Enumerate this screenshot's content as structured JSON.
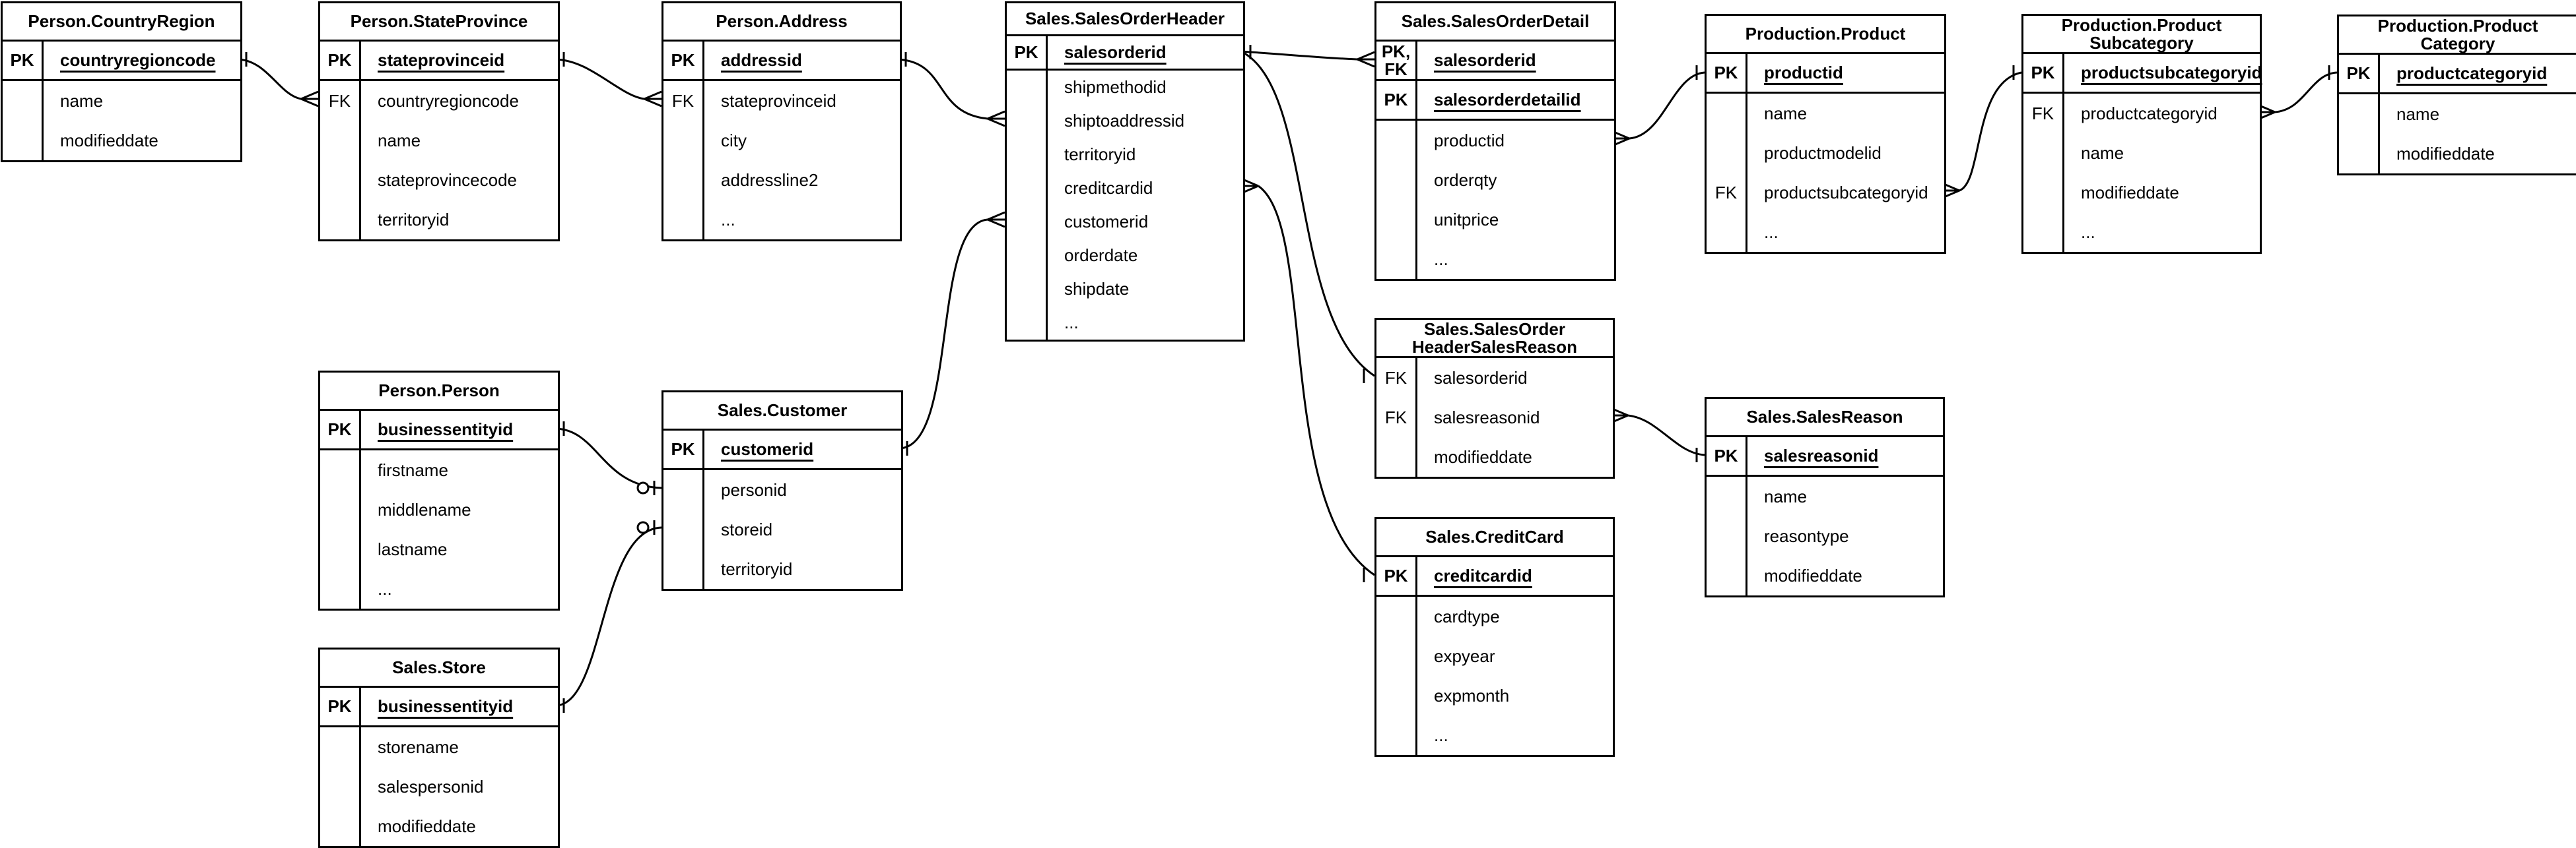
{
  "diagram": {
    "colors": {
      "stroke": "#000000",
      "background": "#ffffff",
      "text": "#000000"
    },
    "tables": [
      {
        "id": "person-countryregion",
        "title": "Person.CountryRegion",
        "key_rows": [
          {
            "key": "PK",
            "field": "countryregioncode"
          }
        ],
        "body_rows": [
          {
            "key": "",
            "field": "name"
          },
          {
            "key": "",
            "field": "modifieddate"
          }
        ]
      },
      {
        "id": "person-stateprovince",
        "title": "Person.StateProvince",
        "key_rows": [
          {
            "key": "PK",
            "field": "stateprovinceid"
          }
        ],
        "body_rows": [
          {
            "key": "FK",
            "field": "countryregioncode"
          },
          {
            "key": "",
            "field": "name"
          },
          {
            "key": "",
            "field": "stateprovincecode"
          },
          {
            "key": "",
            "field": "territoryid"
          }
        ]
      },
      {
        "id": "person-address",
        "title": "Person.Address",
        "key_rows": [
          {
            "key": "PK",
            "field": "addressid"
          }
        ],
        "body_rows": [
          {
            "key": "FK",
            "field": "stateprovinceid"
          },
          {
            "key": "",
            "field": "city"
          },
          {
            "key": "",
            "field": "addressline2"
          },
          {
            "key": "",
            "field": "..."
          }
        ]
      },
      {
        "id": "sales-salesorderheader",
        "title": "Sales.SalesOrderHeader",
        "key_rows": [
          {
            "key": "PK",
            "field": "salesorderid"
          }
        ],
        "body_rows": [
          {
            "key": "",
            "field": "shipmethodid"
          },
          {
            "key": "",
            "field": "shiptoaddressid"
          },
          {
            "key": "",
            "field": "territoryid"
          },
          {
            "key": "",
            "field": "creditcardid"
          },
          {
            "key": "",
            "field": "customerid"
          },
          {
            "key": "",
            "field": "orderdate"
          },
          {
            "key": "",
            "field": "shipdate"
          },
          {
            "key": "",
            "field": "..."
          }
        ]
      },
      {
        "id": "sales-salesorderdetail",
        "title": "Sales.SalesOrderDetail",
        "key_rows": [
          {
            "key": "PK,\nFK",
            "field": "salesorderid"
          },
          {
            "key": "PK",
            "field": "salesorderdetailid"
          }
        ],
        "body_rows": [
          {
            "key": "",
            "field": "productid"
          },
          {
            "key": "",
            "field": "orderqty"
          },
          {
            "key": "",
            "field": "unitprice"
          },
          {
            "key": "",
            "field": "..."
          }
        ]
      },
      {
        "id": "production-product",
        "title": "Production.Product",
        "key_rows": [
          {
            "key": "PK",
            "field": "productid"
          }
        ],
        "body_rows": [
          {
            "key": "",
            "field": "name"
          },
          {
            "key": "",
            "field": "productmodelid"
          },
          {
            "key": "FK",
            "field": "productsubcategoryid"
          },
          {
            "key": "",
            "field": "..."
          }
        ]
      },
      {
        "id": "production-productsubcategory",
        "title": "Production.Product\nSubcategory",
        "key_rows": [
          {
            "key": "PK",
            "field": "productsubcategoryid"
          }
        ],
        "body_rows": [
          {
            "key": "FK",
            "field": "productcategoryid"
          },
          {
            "key": "",
            "field": "name"
          },
          {
            "key": "",
            "field": "modifieddate"
          },
          {
            "key": "",
            "field": "..."
          }
        ]
      },
      {
        "id": "production-productcategory",
        "title": "Production.Product\nCategory",
        "key_rows": [
          {
            "key": "PK",
            "field": "productcategoryid"
          }
        ],
        "body_rows": [
          {
            "key": "",
            "field": "name"
          },
          {
            "key": "",
            "field": "modifieddate"
          }
        ]
      },
      {
        "id": "person-person",
        "title": "Person.Person",
        "key_rows": [
          {
            "key": "PK",
            "field": "businessentityid"
          }
        ],
        "body_rows": [
          {
            "key": "",
            "field": "firstname"
          },
          {
            "key": "",
            "field": "middlename"
          },
          {
            "key": "",
            "field": "lastname"
          },
          {
            "key": "",
            "field": "..."
          }
        ]
      },
      {
        "id": "sales-customer",
        "title": "Sales.Customer",
        "key_rows": [
          {
            "key": "PK",
            "field": "customerid"
          }
        ],
        "body_rows": [
          {
            "key": "",
            "field": "personid"
          },
          {
            "key": "",
            "field": "storeid"
          },
          {
            "key": "",
            "field": "territoryid"
          }
        ]
      },
      {
        "id": "sales-salesorderheadersalesreason",
        "title": "Sales.SalesOrder\nHeaderSalesReason",
        "key_rows": [],
        "body_rows": [
          {
            "key": "FK",
            "field": "salesorderid"
          },
          {
            "key": "FK",
            "field": "salesreasonid"
          },
          {
            "key": "",
            "field": "modifieddate"
          }
        ]
      },
      {
        "id": "sales-salesreason",
        "title": "Sales.SalesReason",
        "key_rows": [
          {
            "key": "PK",
            "field": "salesreasonid"
          }
        ],
        "body_rows": [
          {
            "key": "",
            "field": "name"
          },
          {
            "key": "",
            "field": "reasontype"
          },
          {
            "key": "",
            "field": "modifieddate"
          }
        ]
      },
      {
        "id": "sales-creditcard",
        "title": "Sales.CreditCard",
        "key_rows": [
          {
            "key": "PK",
            "field": "creditcardid"
          }
        ],
        "body_rows": [
          {
            "key": "",
            "field": "cardtype"
          },
          {
            "key": "",
            "field": "expyear"
          },
          {
            "key": "",
            "field": "expmonth"
          },
          {
            "key": "",
            "field": "..."
          }
        ]
      },
      {
        "id": "sales-store",
        "title": "Sales.Store",
        "key_rows": [
          {
            "key": "PK",
            "field": "businessentityid"
          }
        ],
        "body_rows": [
          {
            "key": "",
            "field": "storename"
          },
          {
            "key": "",
            "field": "salespersonid"
          },
          {
            "key": "",
            "field": "modifieddate"
          }
        ]
      }
    ],
    "relationships": [
      {
        "id": "countryregion-stateprovince",
        "from": "Person.CountryRegion.countryregioncode",
        "to": "Person.StateProvince.countryregioncode",
        "from_cardinality": "one",
        "to_cardinality": "many"
      },
      {
        "id": "stateprovince-address",
        "from": "Person.StateProvince.stateprovinceid",
        "to": "Person.Address.stateprovinceid",
        "from_cardinality": "one",
        "to_cardinality": "many"
      },
      {
        "id": "address-salesorderheader",
        "from": "Person.Address.addressid",
        "to": "Sales.SalesOrderHeader.shiptoaddressid",
        "from_cardinality": "one",
        "to_cardinality": "many"
      },
      {
        "id": "customer-salesorderheader",
        "from": "Sales.Customer.customerid",
        "to": "Sales.SalesOrderHeader.customerid",
        "from_cardinality": "one",
        "to_cardinality": "many"
      },
      {
        "id": "salesorderheader-salesorderdetail",
        "from": "Sales.SalesOrderHeader.salesorderid",
        "to": "Sales.SalesOrderDetail.salesorderid",
        "from_cardinality": "one",
        "to_cardinality": "many"
      },
      {
        "id": "salesorderheader-headersalesreason",
        "from": "Sales.SalesOrderHeader.salesorderid",
        "to": "Sales.SalesOrderHeaderSalesReason.salesorderid",
        "from_cardinality": "one",
        "to_cardinality": "one"
      },
      {
        "id": "salesorderheader-creditcard",
        "from": "Sales.SalesOrderHeader.creditcardid",
        "to": "Sales.CreditCard.creditcardid",
        "from_cardinality": "many",
        "to_cardinality": "one"
      },
      {
        "id": "person-customer",
        "from": "Person.Person.businessentityid",
        "to": "Sales.Customer.personid",
        "from_cardinality": "one",
        "to_cardinality": "zero-or-one"
      },
      {
        "id": "store-customer",
        "from": "Sales.Store.businessentityid",
        "to": "Sales.Customer.storeid",
        "from_cardinality": "one",
        "to_cardinality": "zero-or-one"
      },
      {
        "id": "salesorderdetail-product",
        "from": "Sales.SalesOrderDetail.productid",
        "to": "Production.Product.productid",
        "from_cardinality": "many",
        "to_cardinality": "one"
      },
      {
        "id": "product-productsubcategory",
        "from": "Production.Product.productsubcategoryid",
        "to": "Production.ProductSubcategory.productsubcategoryid",
        "from_cardinality": "many",
        "to_cardinality": "one"
      },
      {
        "id": "productsubcategory-productcategory",
        "from": "Production.ProductSubcategory.productcategoryid",
        "to": "Production.ProductCategory.productcategoryid",
        "from_cardinality": "many",
        "to_cardinality": "one"
      },
      {
        "id": "headersalesreason-salesreason",
        "from": "Sales.SalesOrderHeaderSalesReason.salesreasonid",
        "to": "Sales.SalesReason.salesreasonid",
        "from_cardinality": "many",
        "to_cardinality": "one"
      }
    ]
  }
}
